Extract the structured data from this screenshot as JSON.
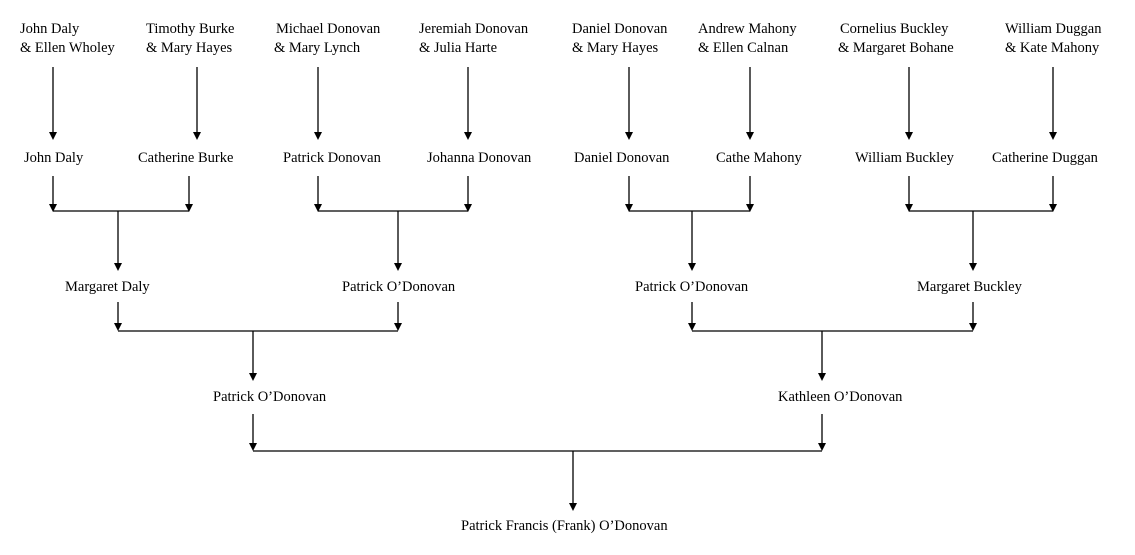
{
  "diagram": {
    "generation_1": [
      {
        "line1": "John Daly",
        "line2": "& Ellen Wholey"
      },
      {
        "line1": "Timothy Burke",
        "line2": "& Mary Hayes"
      },
      {
        "line1": "Michael Donovan",
        "line2": "& Mary Lynch"
      },
      {
        "line1": "Jeremiah Donovan",
        "line2": "& Julia Harte"
      },
      {
        "line1": "Daniel Donovan",
        "line2": "& Mary Hayes"
      },
      {
        "line1": "Andrew Mahony",
        "line2": "& Ellen Calnan"
      },
      {
        "line1": "Cornelius Buckley",
        "line2": "& Margaret Bohane"
      },
      {
        "line1": "William Duggan",
        "line2": "& Kate Mahony"
      }
    ],
    "generation_2": [
      "John Daly",
      "Catherine Burke",
      "Patrick Donovan",
      "Johanna Donovan",
      "Daniel Donovan",
      "Cathe Mahony",
      "William Buckley",
      "Catherine Duggan"
    ],
    "generation_3": [
      "Margaret Daly",
      "Patrick O’Donovan",
      "Patrick O’Donovan",
      "Margaret Buckley"
    ],
    "generation_4": [
      "Patrick O’Donovan",
      "Kathleen O’Donovan"
    ],
    "generation_5": [
      "Patrick Francis (Frank) O’Donovan"
    ]
  }
}
